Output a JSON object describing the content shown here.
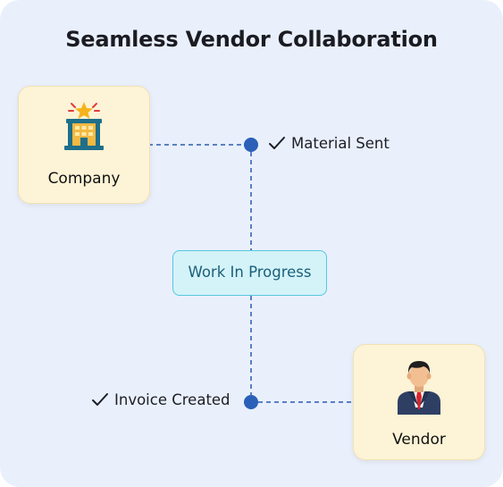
{
  "title": "Seamless Vendor Collaboration",
  "nodes": {
    "company": {
      "label": "Company",
      "icon": "office-building-icon"
    },
    "vendor": {
      "label": "Vendor",
      "icon": "businessman-icon"
    }
  },
  "status_box": {
    "label": "Work In Progress"
  },
  "steps": {
    "material": {
      "label": "Material Sent",
      "icon": "checkmark-icon"
    },
    "invoice": {
      "label": "Invoice Created",
      "icon": "checkmark-icon"
    }
  },
  "colors": {
    "background": "#e9f0fc",
    "card_fill": "#fdf3d6",
    "status_fill": "#d4f3f9",
    "status_border": "#56c7de",
    "connector": "#2b5bb0",
    "dot": "#2a60b8"
  }
}
